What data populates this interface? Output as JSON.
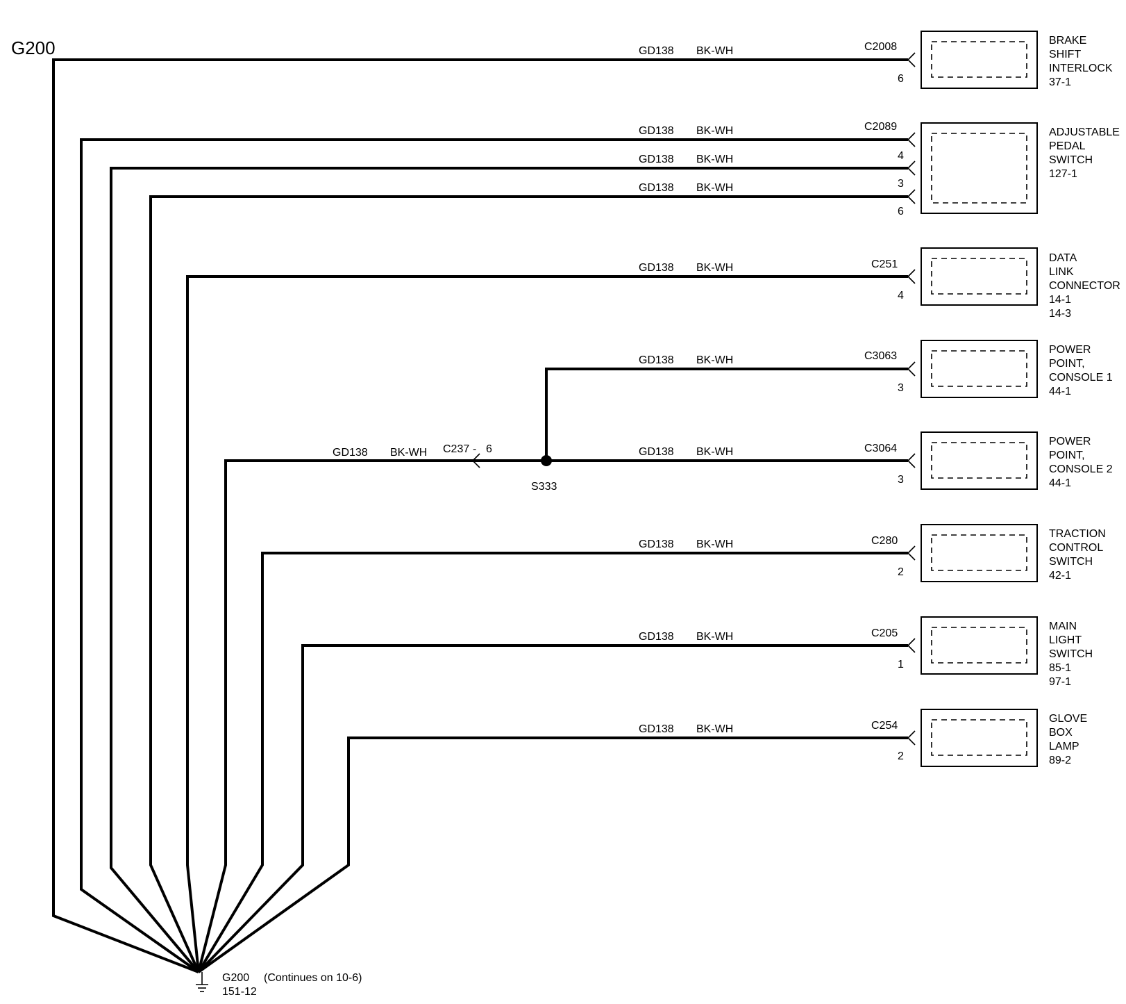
{
  "diagram": {
    "title": "G200",
    "circuit": "GD138",
    "color": "BK-WH",
    "ground": {
      "label": "G200",
      "ref": "151-12",
      "note": "(Continues on 10-6)"
    },
    "splice": {
      "label": "S333"
    },
    "inline_connector": {
      "label": "C237",
      "dash": "-",
      "pin": "6"
    },
    "branches": [
      {
        "connector": "C2008",
        "pins": [
          "6"
        ],
        "component": [
          "BRAKE",
          "SHIFT",
          "INTERLOCK",
          "37-1"
        ]
      },
      {
        "connector": "C2089",
        "pins": [
          "4",
          "3",
          "6"
        ],
        "component": [
          "ADJUSTABLE",
          "PEDAL",
          "SWITCH",
          "127-1"
        ]
      },
      {
        "connector": "C251",
        "pins": [
          "4"
        ],
        "component": [
          "DATA",
          "LINK",
          "CONNECTOR",
          "14-1",
          "14-3"
        ]
      },
      {
        "connector": "C3063",
        "pins": [
          "3"
        ],
        "component": [
          "POWER",
          "POINT,",
          "CONSOLE 1",
          "44-1"
        ]
      },
      {
        "connector": "C3064",
        "pins": [
          "3"
        ],
        "component": [
          "POWER",
          "POINT,",
          "CONSOLE 2",
          "44-1"
        ]
      },
      {
        "connector": "C280",
        "pins": [
          "2"
        ],
        "component": [
          "TRACTION",
          "CONTROL",
          "SWITCH",
          "42-1"
        ]
      },
      {
        "connector": "C205",
        "pins": [
          "1"
        ],
        "component": [
          "MAIN",
          "LIGHT",
          "SWITCH",
          "85-1",
          "97-1"
        ]
      },
      {
        "connector": "C254",
        "pins": [
          "2"
        ],
        "component": [
          "GLOVE",
          "BOX",
          "LAMP",
          "89-2"
        ]
      }
    ]
  }
}
